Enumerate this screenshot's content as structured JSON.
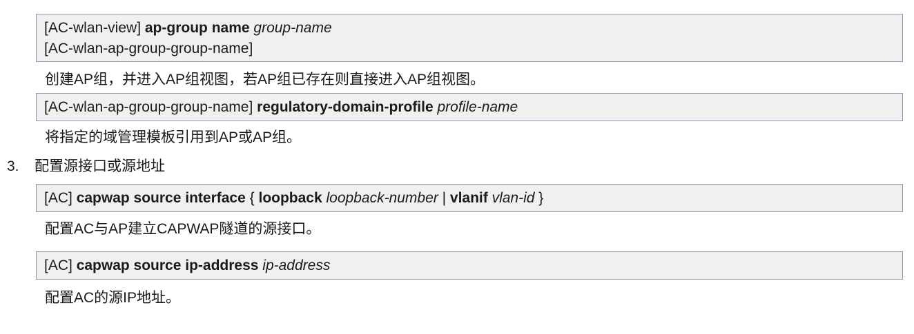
{
  "cmd1": {
    "line1_prompt": "[AC-wlan-view] ",
    "line1_keyword": "ap-group name",
    "line1_arg": " group-name",
    "line2": "[AC-wlan-ap-group-group-name]"
  },
  "desc1": "创建AP组，并进入AP组视图，若AP组已存在则直接进入AP组视图。",
  "cmd2": {
    "prompt": "[AC-wlan-ap-group-group-name] ",
    "keyword": "regulatory-domain-profile",
    "arg": " profile-name"
  },
  "desc2": "将指定的域管理模板引用到AP或AP组。",
  "step3": {
    "number": "3.",
    "title": "配置源接口或源地址"
  },
  "cmd3": {
    "prompt": "[AC] ",
    "keyword1": "capwap source interface",
    "brace_open": " { ",
    "keyword2": "loopback",
    "arg1": " loopback-number",
    "sep": " | ",
    "keyword3": "vlanif",
    "arg2": " vlan-id",
    "brace_close": " }"
  },
  "desc3": "配置AC与AP建立CAPWAP隧道的源接口。",
  "cmd4": {
    "prompt": "[AC] ",
    "keyword": "capwap source ip-address",
    "arg": " ip-address"
  },
  "desc4": "配置AC的源IP地址。"
}
